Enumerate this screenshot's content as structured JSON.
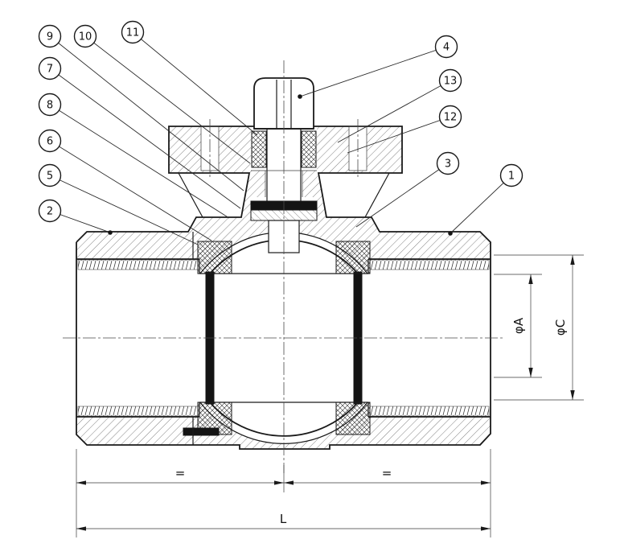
{
  "callouts": [
    {
      "label": "1"
    },
    {
      "label": "2"
    },
    {
      "label": "3"
    },
    {
      "label": "4"
    },
    {
      "label": "5"
    },
    {
      "label": "6"
    },
    {
      "label": "7"
    },
    {
      "label": "8"
    },
    {
      "label": "9"
    },
    {
      "label": "10"
    },
    {
      "label": "11"
    },
    {
      "label": "12"
    },
    {
      "label": "13"
    }
  ],
  "dimensions": {
    "phi_a": "φA",
    "phi_c": "φC",
    "equal_left": "=",
    "equal_right": "=",
    "length_label": "L"
  }
}
